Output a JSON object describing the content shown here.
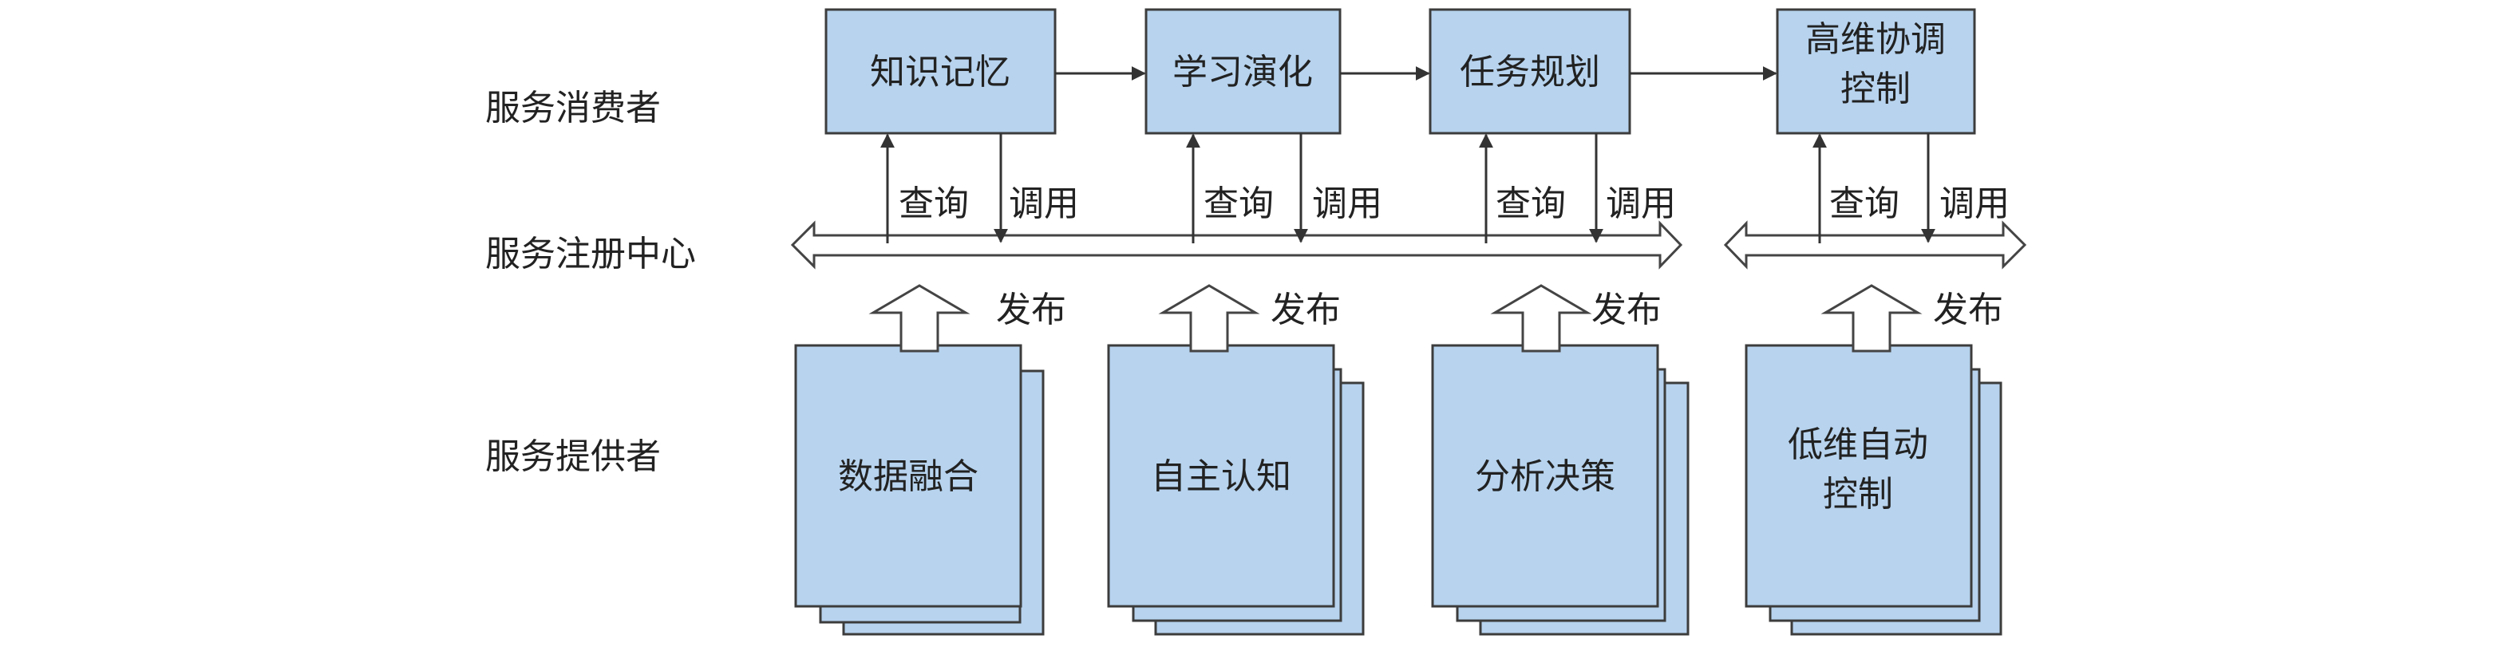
{
  "rows": {
    "consumer": "服务消费者",
    "registry": "服务注册中心",
    "provider": "服务提供者"
  },
  "consumers": [
    {
      "id": "knowledge-memory",
      "lines": [
        "知识记忆"
      ]
    },
    {
      "id": "learning-evolution",
      "lines": [
        "学习演化"
      ]
    },
    {
      "id": "task-planning",
      "lines": [
        "任务规划"
      ]
    },
    {
      "id": "high-dim-coordination-control",
      "lines": [
        "高维协调",
        "控制"
      ]
    }
  ],
  "providers": [
    {
      "id": "data-fusion",
      "lines": [
        "数据融合"
      ]
    },
    {
      "id": "autonomous-cognition",
      "lines": [
        "自主认知"
      ]
    },
    {
      "id": "analysis-decision",
      "lines": [
        "分析决策"
      ]
    },
    {
      "id": "low-dim-autonomous-control",
      "lines": [
        "低维自动",
        "控制"
      ]
    }
  ],
  "edge_labels": {
    "query": "查询",
    "invoke": "调用",
    "publish": "发布"
  },
  "colors": {
    "box_fill": "#b7d3ee",
    "box_stroke": "#3c3c3c",
    "line": "#333333",
    "text": "#222222"
  }
}
